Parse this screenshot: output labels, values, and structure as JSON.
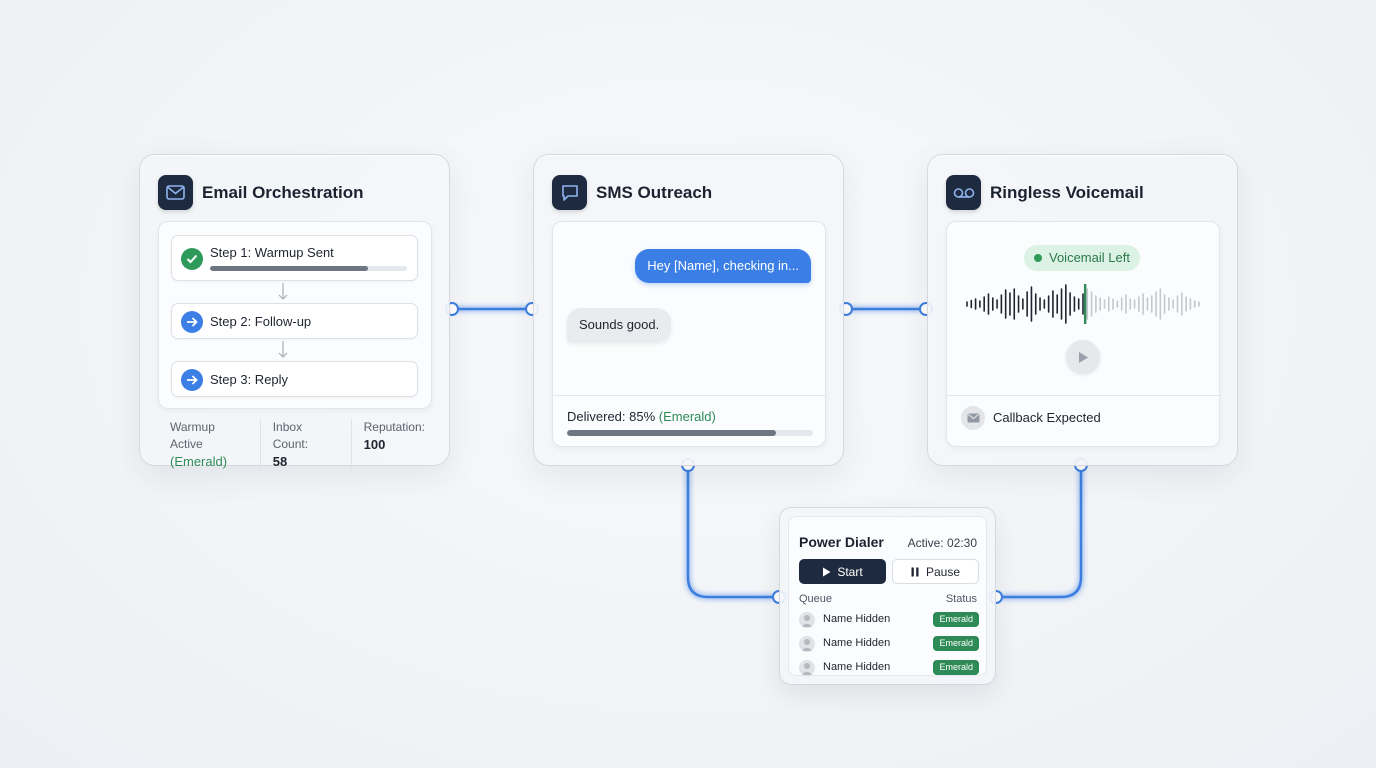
{
  "email": {
    "title": "Email Orchestration",
    "icon": "mail-icon",
    "steps": [
      {
        "label": "Step 1: Warmup Sent",
        "status": "complete",
        "progress": 0.8
      },
      {
        "label": "Step 2: Follow-up",
        "status": "next"
      },
      {
        "label": "Step 3: Reply",
        "status": "next"
      }
    ],
    "stats": {
      "warmup_label": "Warmup Active",
      "warmup_value": "(Emerald)",
      "inbox_label": "Inbox Count:",
      "inbox_value": "58",
      "reputation_label": "Reputation:",
      "reputation_value": "100"
    }
  },
  "sms": {
    "title": "SMS Outreach",
    "icon": "chat-bubble-icon",
    "outgoing": "Hey [Name], checking in...",
    "incoming": "Sounds good.",
    "delivered_label": "Delivered: 85%",
    "delivered_tag": "(Emerald)",
    "delivered_progress": 0.85
  },
  "voicemail": {
    "title": "Ringless Voicemail",
    "icon": "voicemail-icon",
    "badge": "Voicemail Left",
    "callback": "Callback Expected",
    "played_fraction": 0.5
  },
  "dialer": {
    "title": "Power Dialer",
    "active": "Active: 02:30",
    "start_label": "Start",
    "pause_label": "Pause",
    "queue_header": "Queue",
    "status_header": "Status",
    "queue": [
      {
        "name": "Name Hidden",
        "status": "Emerald"
      },
      {
        "name": "Name Hidden",
        "status": "Emerald"
      },
      {
        "name": "Name Hidden",
        "status": "Emerald"
      }
    ]
  },
  "colors": {
    "accent_blue": "#3b7fe6",
    "emerald": "#2e8b57",
    "navy": "#1e2a3f"
  }
}
